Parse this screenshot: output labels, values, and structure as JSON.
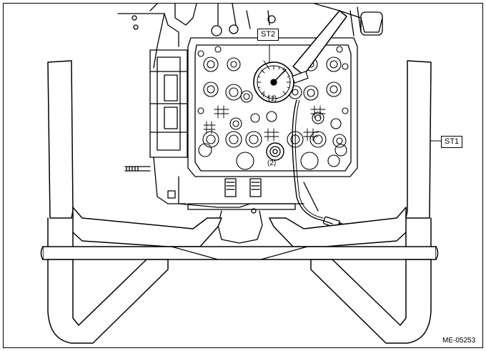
{
  "labels": {
    "st1": "ST1",
    "st2": "ST2",
    "part1": "(1)",
    "part2": "(2)"
  },
  "figure_id": "ME-05253",
  "colors": {
    "line": "#000000",
    "fill": "#ffffff"
  }
}
